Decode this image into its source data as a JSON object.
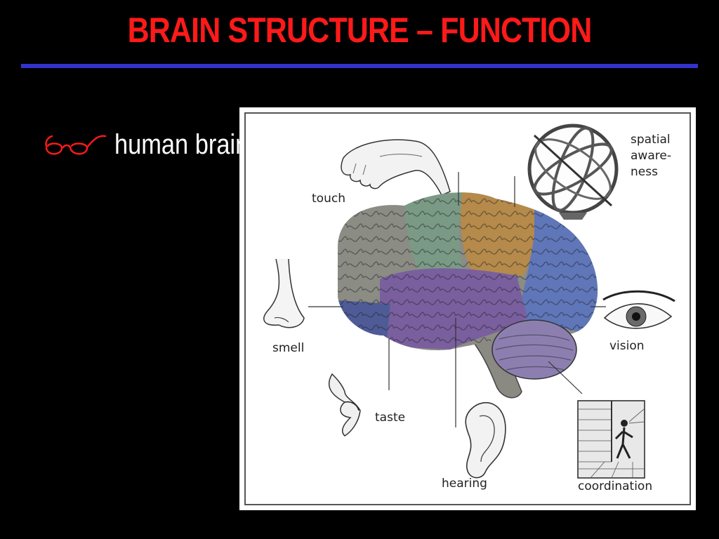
{
  "slide": {
    "title": "BRAIN STRUCTURE – FUNCTION",
    "bullet_text": "human brain",
    "bullet_icon": "spectacles-icon",
    "colors": {
      "background": "#000000",
      "title": "#ff1a1a",
      "rule": "#3333cc",
      "bullet_text": "#ffffff"
    }
  },
  "figure": {
    "labels": {
      "touch": "touch",
      "spatial_1": "spatial",
      "spatial_2": "aware-",
      "spatial_3": "ness",
      "smell": "smell",
      "vision": "vision",
      "taste": "taste",
      "hearing": "hearing",
      "coordination": "coordination"
    },
    "icons": [
      "hand-icon",
      "armillary-sphere-icon",
      "nose-icon",
      "eye-icon",
      "lips-icon",
      "ear-icon",
      "walking-figure-icon"
    ]
  }
}
